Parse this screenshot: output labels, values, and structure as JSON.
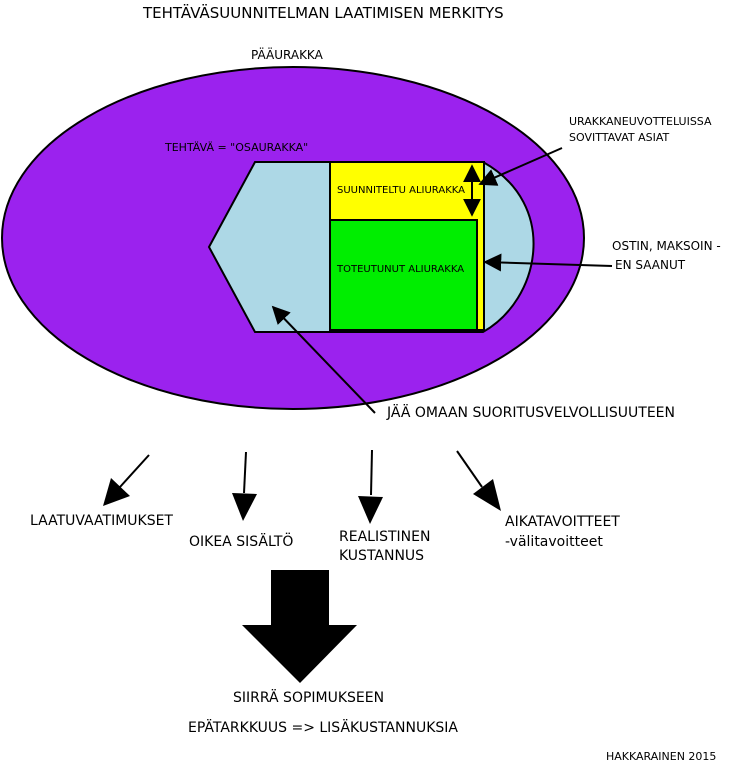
{
  "title": "TEHTÄVÄSUUNNITELMAN LAATIMISEN MERKITYS",
  "outer_label": "PÄÄURAKKA",
  "task_label": "TEHTÄVÄ = \"OSAURAKKA\"",
  "planned_subcontract": "SUUNNITELTU ALIURAKKA",
  "realized_subcontract": "TOTEUTUNUT ALIURAKKA",
  "callouts": {
    "negotiation_line1": "URAKKANEUVOTTELUISSA",
    "negotiation_line2": "SOVITTAVAT ASIAT",
    "purchased_line1": "OSTIN, MAKSOIN -",
    "purchased_line2": "EN SAANUT",
    "own_obligation": "JÄÄ OMAAN SUORITUSVELVOLLISUUTEEN"
  },
  "requirements": {
    "quality": "LAATUVAATIMUKSET",
    "content": "OIKEA SISÄLTÖ",
    "cost_line1": "REALISTINEN",
    "cost_line2": "KUSTANNUS",
    "schedule_line1": "AIKATAVOITTEET",
    "schedule_line2": "-välitavoitteet"
  },
  "transfer": "SIIRRÄ SOPIMUKSEEN",
  "consequence": "EPÄTARKKUUS => LISÄKUSTANNUKSIA",
  "credit": "HAKKARAINEN 2015",
  "colors": {
    "outer_ellipse": "#9b22ee",
    "task_shape": "#add8e6",
    "planned": "#ffff00",
    "realized": "#00ee00",
    "stroke": "#000000"
  }
}
